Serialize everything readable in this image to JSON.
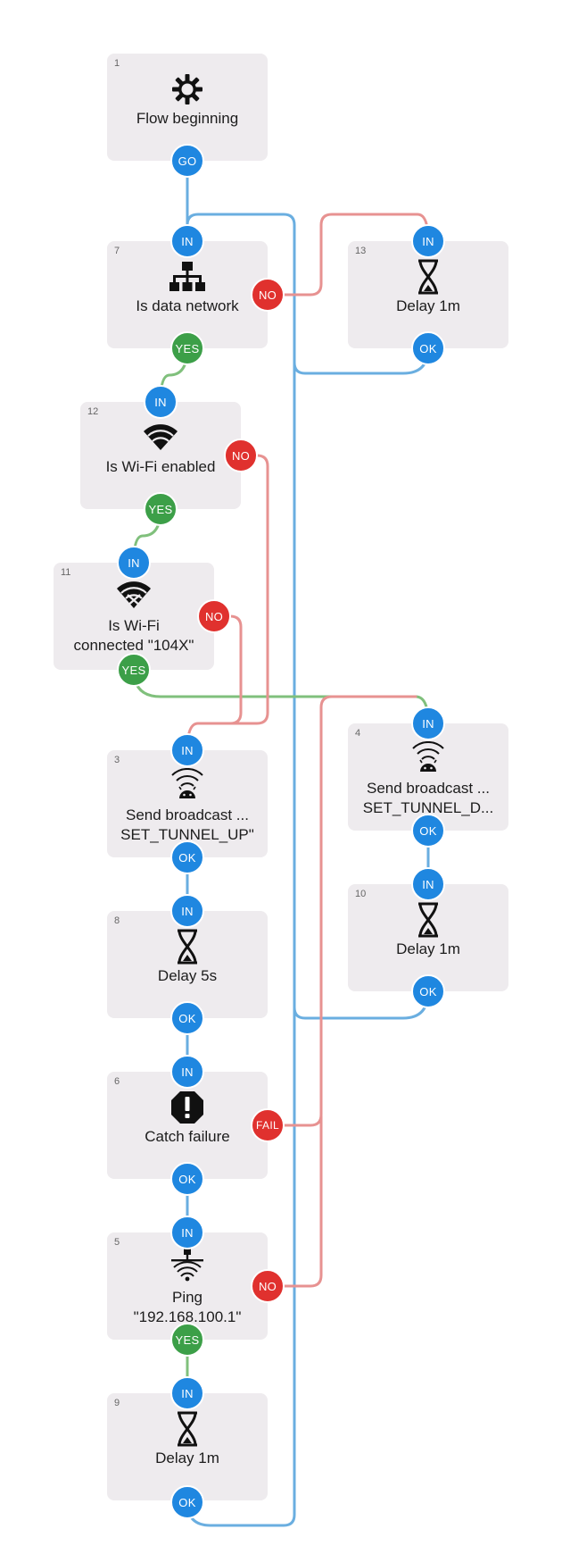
{
  "colors": {
    "blue": "#1f87e0",
    "green": "#3c9f48",
    "red": "#e0312e",
    "wire_blue": "#6aaee0",
    "wire_green": "#80c07c",
    "wire_red": "#e79291",
    "node_bg": "#eeebee"
  },
  "nodes": [
    {
      "id": "n1",
      "num": "1",
      "label": "Flow beginning",
      "icon": "gear-icon"
    },
    {
      "id": "n7",
      "num": "7",
      "label": "Is data network",
      "icon": "network-icon"
    },
    {
      "id": "n13",
      "num": "13",
      "label": "Delay 1m",
      "icon": "hourglass-icon"
    },
    {
      "id": "n12",
      "num": "12",
      "label": "Is Wi-Fi enabled",
      "icon": "wifi-icon"
    },
    {
      "id": "n11",
      "num": "11",
      "label": "Is Wi-Fi\nconnected \"104X\"",
      "icon": "wifi-connected-icon"
    },
    {
      "id": "n3",
      "num": "3",
      "label": "Send broadcast ...\nSET_TUNNEL_UP\"",
      "icon": "broadcast-icon"
    },
    {
      "id": "n4",
      "num": "4",
      "label": "Send broadcast ...\nSET_TUNNEL_D...",
      "icon": "broadcast-icon"
    },
    {
      "id": "n8",
      "num": "8",
      "label": "Delay 5s",
      "icon": "hourglass-icon"
    },
    {
      "id": "n10",
      "num": "10",
      "label": "Delay 1m",
      "icon": "hourglass-icon"
    },
    {
      "id": "n6",
      "num": "6",
      "label": "Catch failure",
      "icon": "exclamation-icon"
    },
    {
      "id": "n5",
      "num": "5",
      "label": "Ping\n\"192.168.100.1\"",
      "icon": "ping-icon"
    },
    {
      "id": "n9",
      "num": "9",
      "label": "Delay 1m",
      "icon": "hourglass-icon"
    }
  ],
  "ports": {
    "go": "GO",
    "in": "IN",
    "ok": "OK",
    "yes": "YES",
    "no": "NO",
    "fail": "FAIL"
  }
}
